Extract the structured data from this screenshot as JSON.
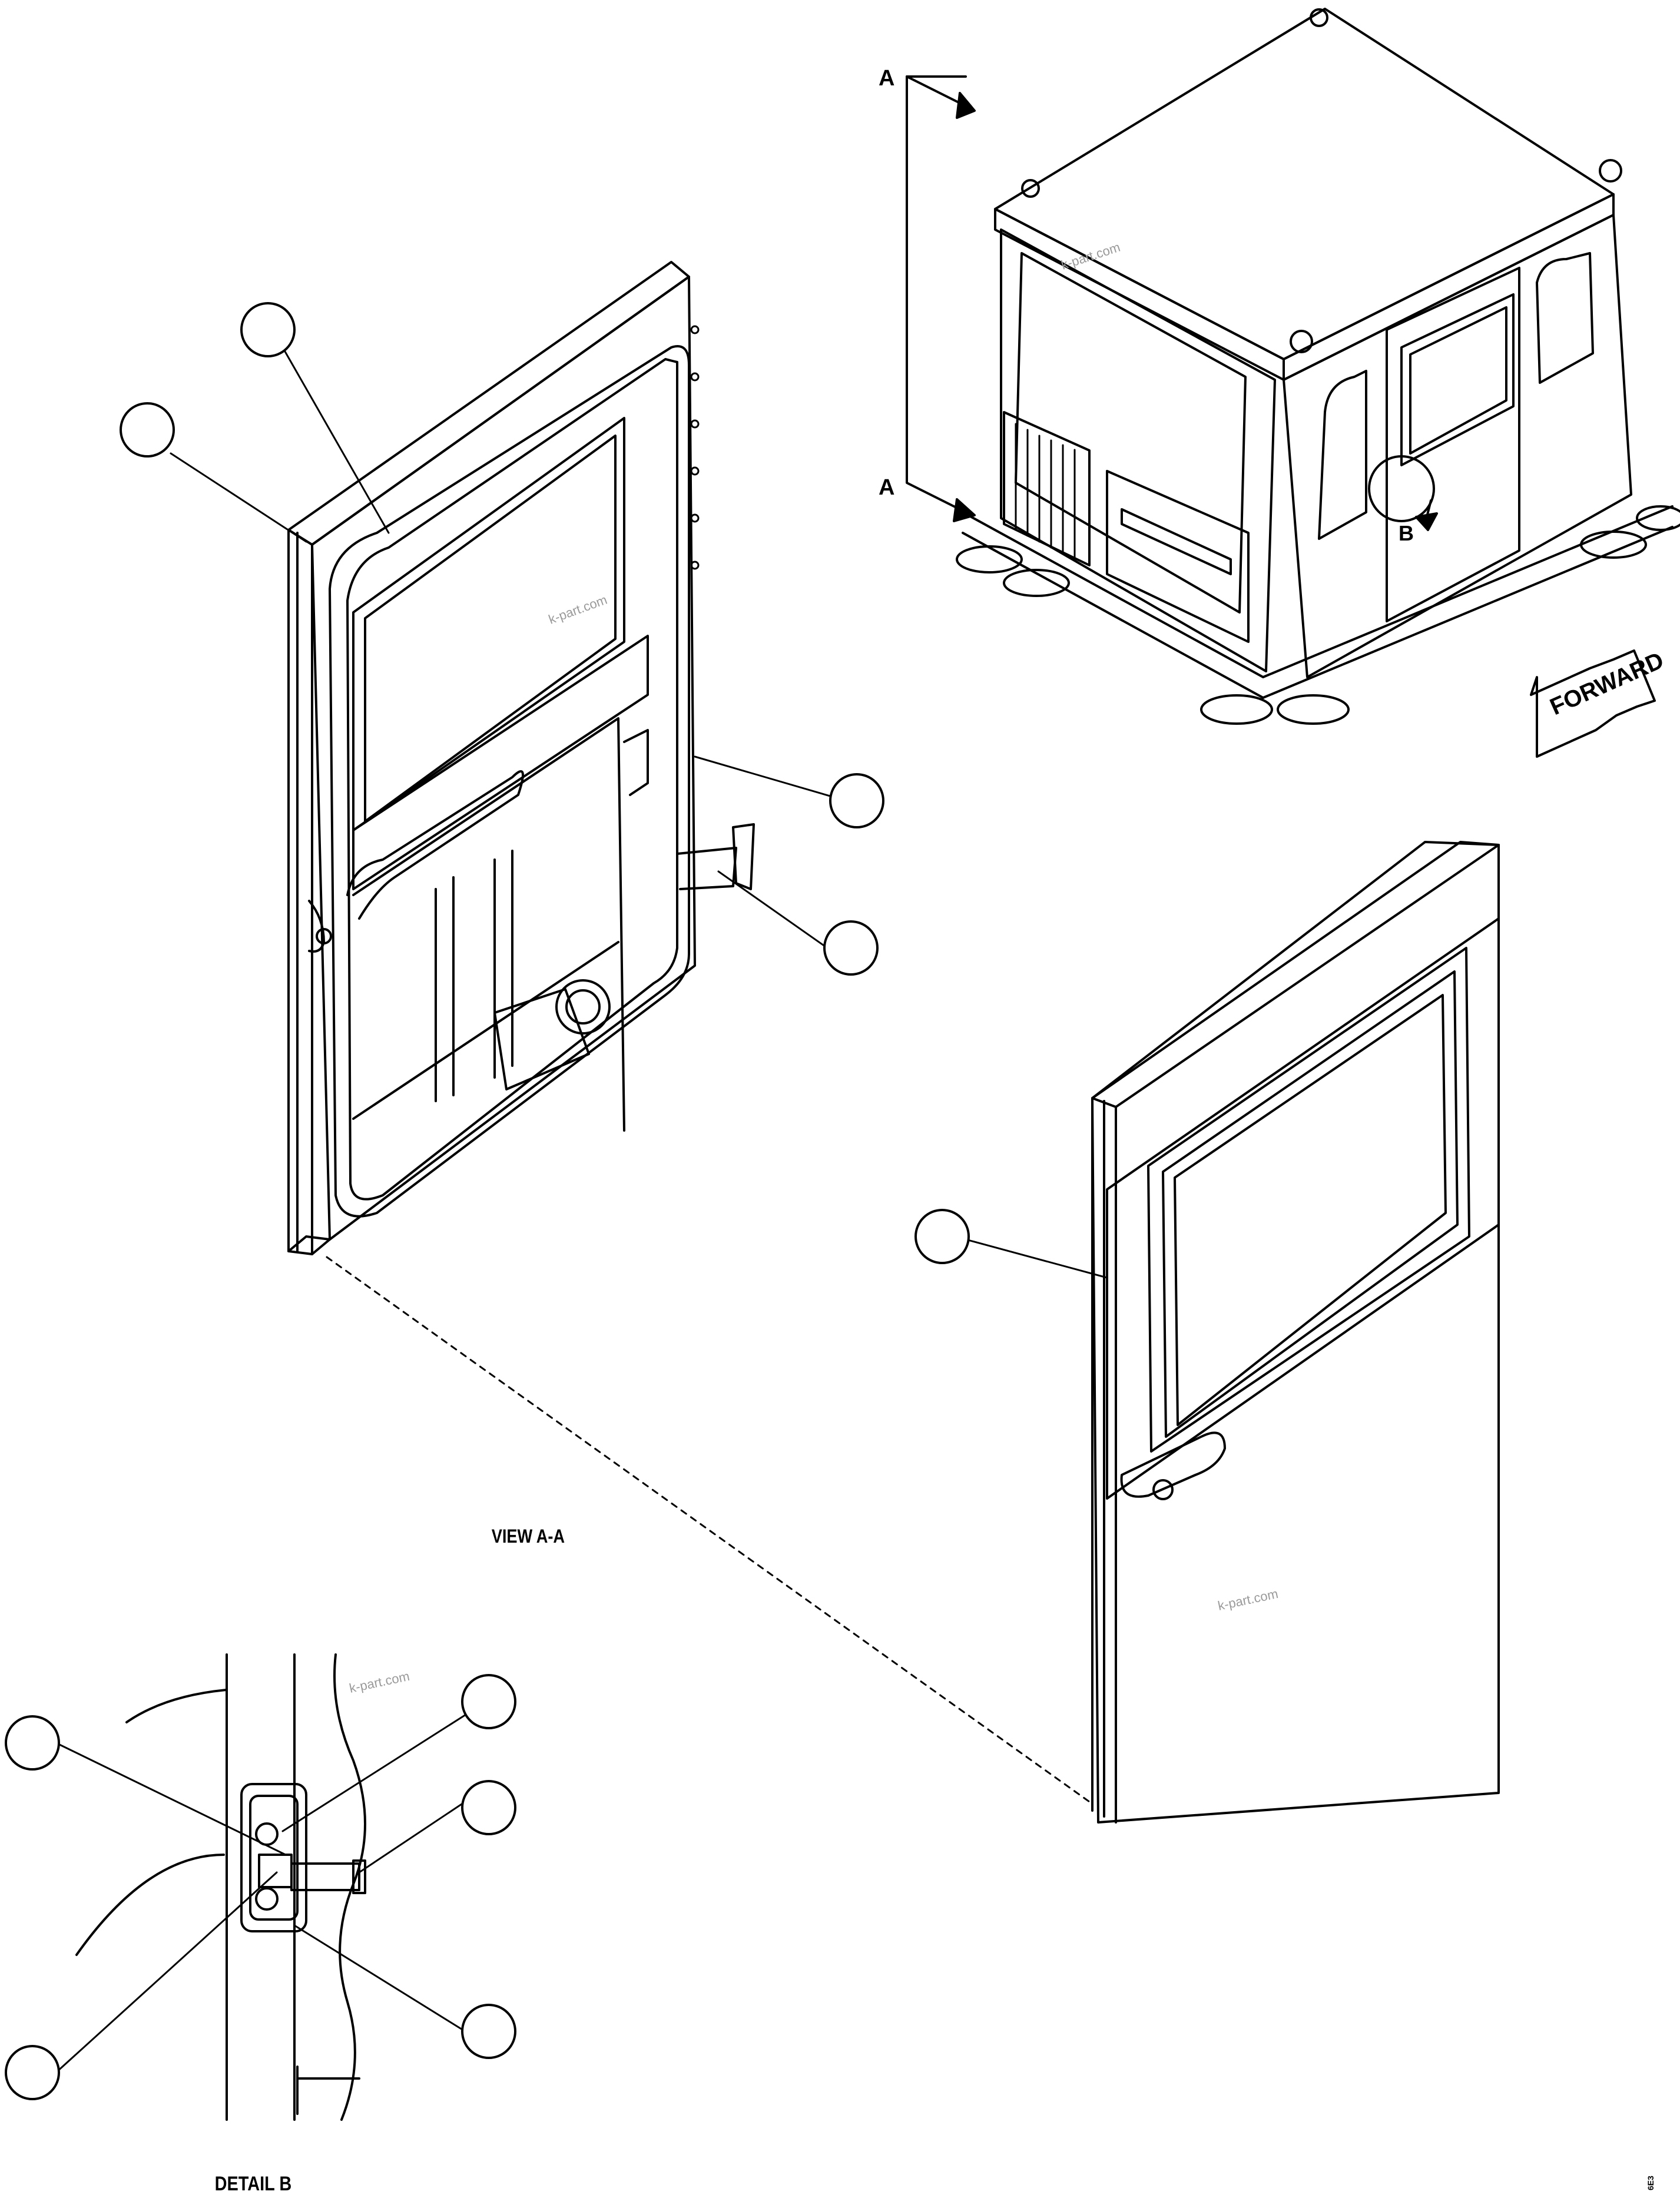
{
  "labels": {
    "section_top": "A",
    "section_bottom": "A",
    "detail_marker": "B",
    "view_title": "VIEW A-A",
    "detail_title": "DETAIL B",
    "forward": "FORWARD",
    "drawing_id": "6E3"
  },
  "watermarks": [
    "k-part.com",
    "k-part.com",
    "k-part.com",
    "k-part.com"
  ],
  "callouts": [
    "",
    "",
    "",
    "",
    "",
    "",
    "",
    "",
    "",
    ""
  ],
  "colors": {
    "line": "#000000",
    "watermark": "#9a9a9a",
    "background": "#ffffff",
    "glass": "#ffffff"
  }
}
